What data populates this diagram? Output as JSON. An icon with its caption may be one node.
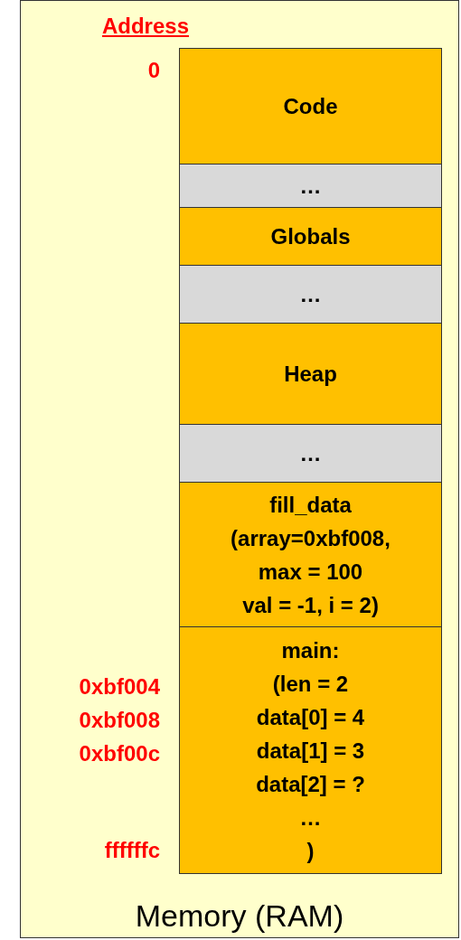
{
  "diagram": {
    "nodes": [
      {
        "text": [
          "Memory (RAM)"
        ]
      },
      {
        "text": [
          "Code"
        ],
        "in": 0
      },
      {
        "text": [
          "…"
        ],
        "in": 0
      },
      {
        "text": [
          "Globals"
        ],
        "in": 0
      },
      {
        "text": [
          "…"
        ],
        "in": 0
      },
      {
        "text": [
          "Heap"
        ],
        "in": 0
      },
      {
        "text": [
          "…"
        ],
        "in": 0
      },
      {
        "text": [
          "fill_data",
          "(array=0xbf008,",
          "max = 100",
          "val = -1, i = 2)"
        ],
        "in": 0
      },
      {
        "text": [
          "main:",
          "(len = 2",
          "data[0] = 4",
          "data[1] = 3",
          "data[2] = ?",
          "…",
          ")"
        ],
        "in": 0
      }
    ],
    "edges": [],
    "labels": [
      "Address",
      "0",
      "0xbf004",
      "0xbf008",
      "0xbf00c",
      "ffffffc"
    ]
  }
}
